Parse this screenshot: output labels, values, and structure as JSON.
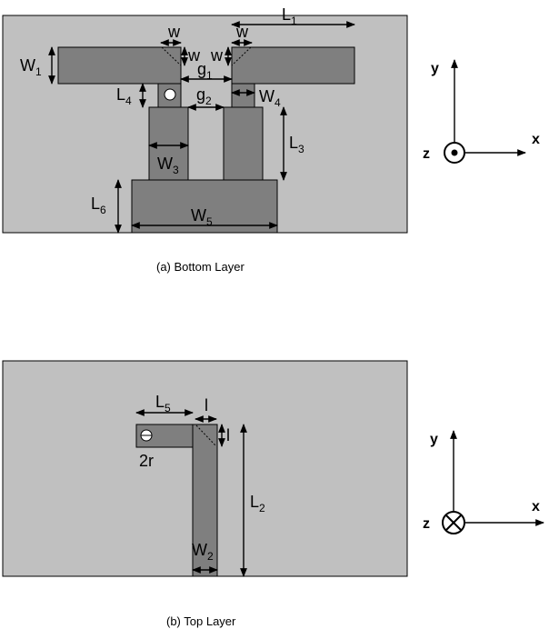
{
  "bottom": {
    "caption": "(a) Bottom Layer",
    "labels": {
      "W1": {
        "main": "W",
        "sub": "1"
      },
      "L1": {
        "main": "L",
        "sub": "1"
      },
      "w_a": "w",
      "w_b": "w",
      "w_c": "w",
      "w_d": "w",
      "g1": {
        "main": "g",
        "sub": "1"
      },
      "g2": {
        "main": "g",
        "sub": "2"
      },
      "L4": {
        "main": "L",
        "sub": "4"
      },
      "W4": {
        "main": "W",
        "sub": "4"
      },
      "L3": {
        "main": "L",
        "sub": "3"
      },
      "W3": {
        "main": "W",
        "sub": "3"
      },
      "L6": {
        "main": "L",
        "sub": "6"
      },
      "W5": {
        "main": "W",
        "sub": "5"
      }
    },
    "axes": {
      "x": "x",
      "y": "y",
      "z": "z",
      "z_direction": "out-of-page (dot)"
    }
  },
  "top": {
    "caption": "(b) Top Layer",
    "labels": {
      "L5": {
        "main": "L",
        "sub": "5"
      },
      "l_a": "l",
      "l_b": "l",
      "r2": "2r",
      "L2": {
        "main": "L",
        "sub": "2"
      },
      "W2": {
        "main": "W",
        "sub": "2"
      }
    },
    "axes": {
      "x": "x",
      "y": "y",
      "z": "z",
      "z_direction": "into-page (cross)"
    }
  },
  "colors": {
    "board": "#c0c0c0",
    "metal": "#7f7f7f"
  }
}
